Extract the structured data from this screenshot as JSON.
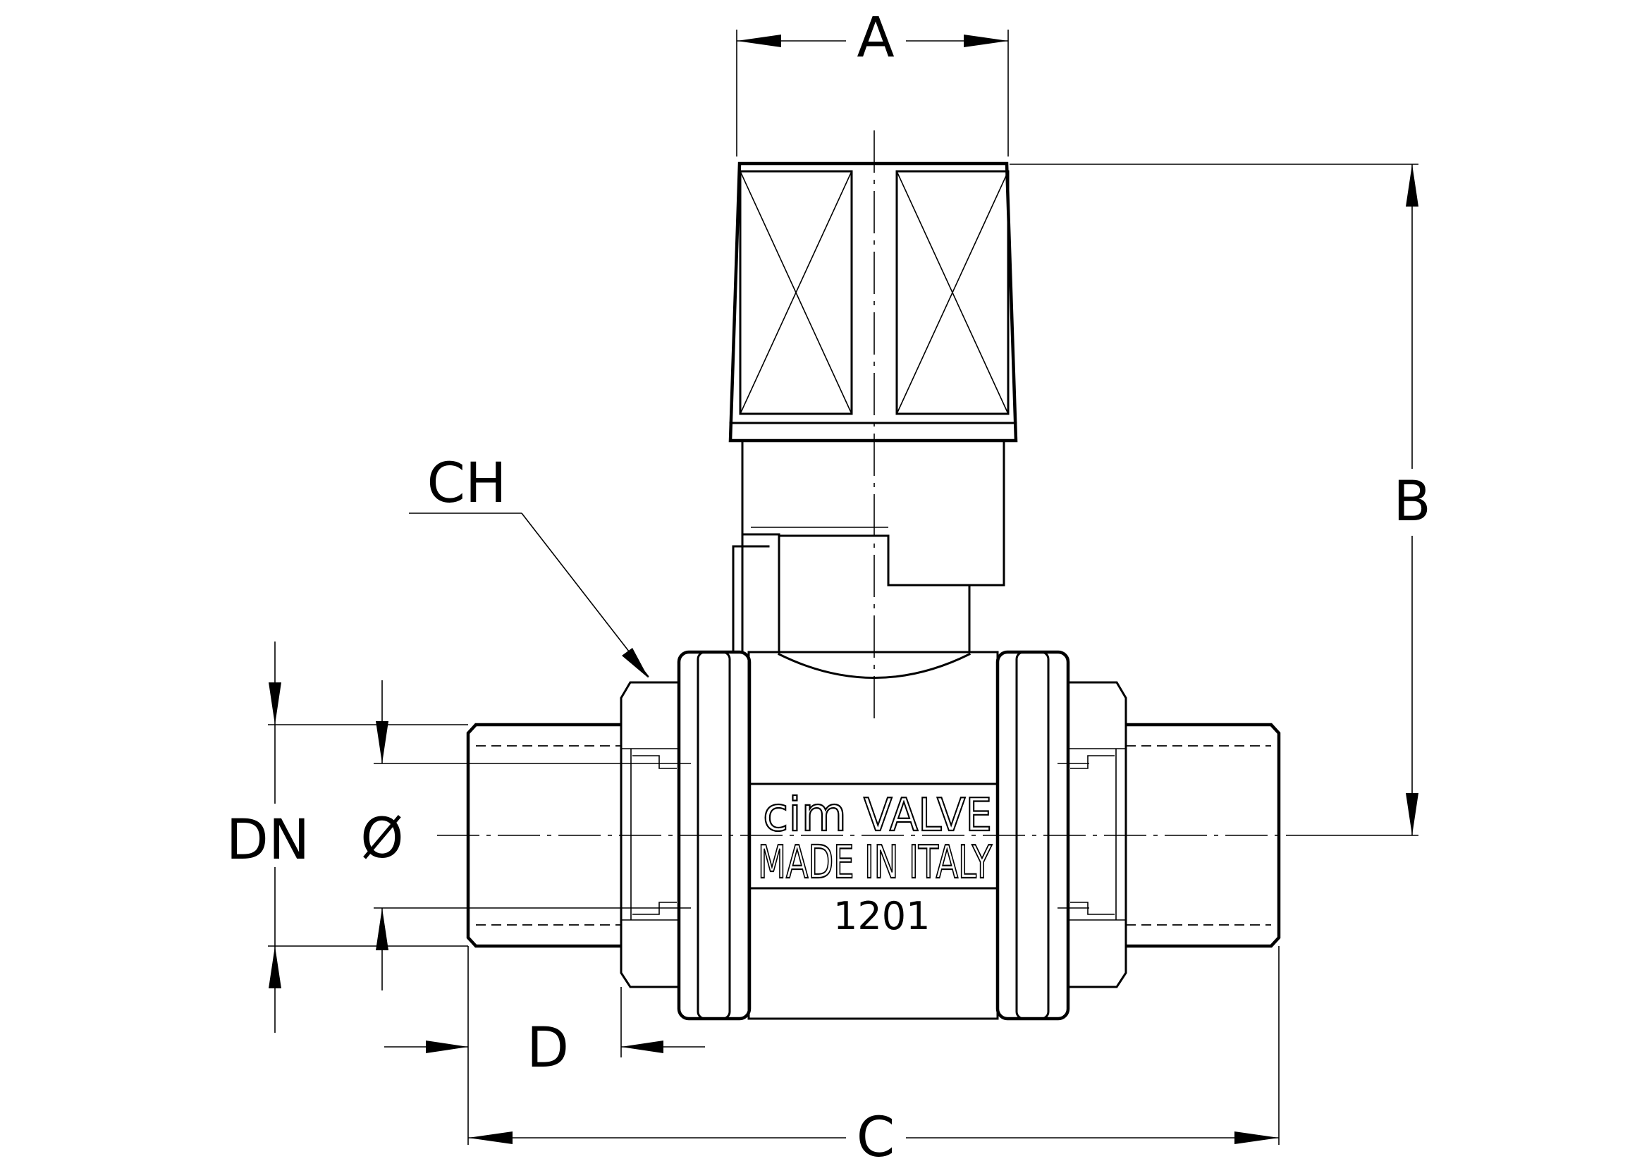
{
  "dimensions": {
    "a": "A",
    "b": "B",
    "c": "C",
    "d": "D",
    "ch": "CH",
    "dn": "DN",
    "bore": "Ø"
  },
  "body_markings": {
    "logo": "cim",
    "brand": "VALVE",
    "origin": "MADE IN ITALY",
    "code": "1201"
  }
}
